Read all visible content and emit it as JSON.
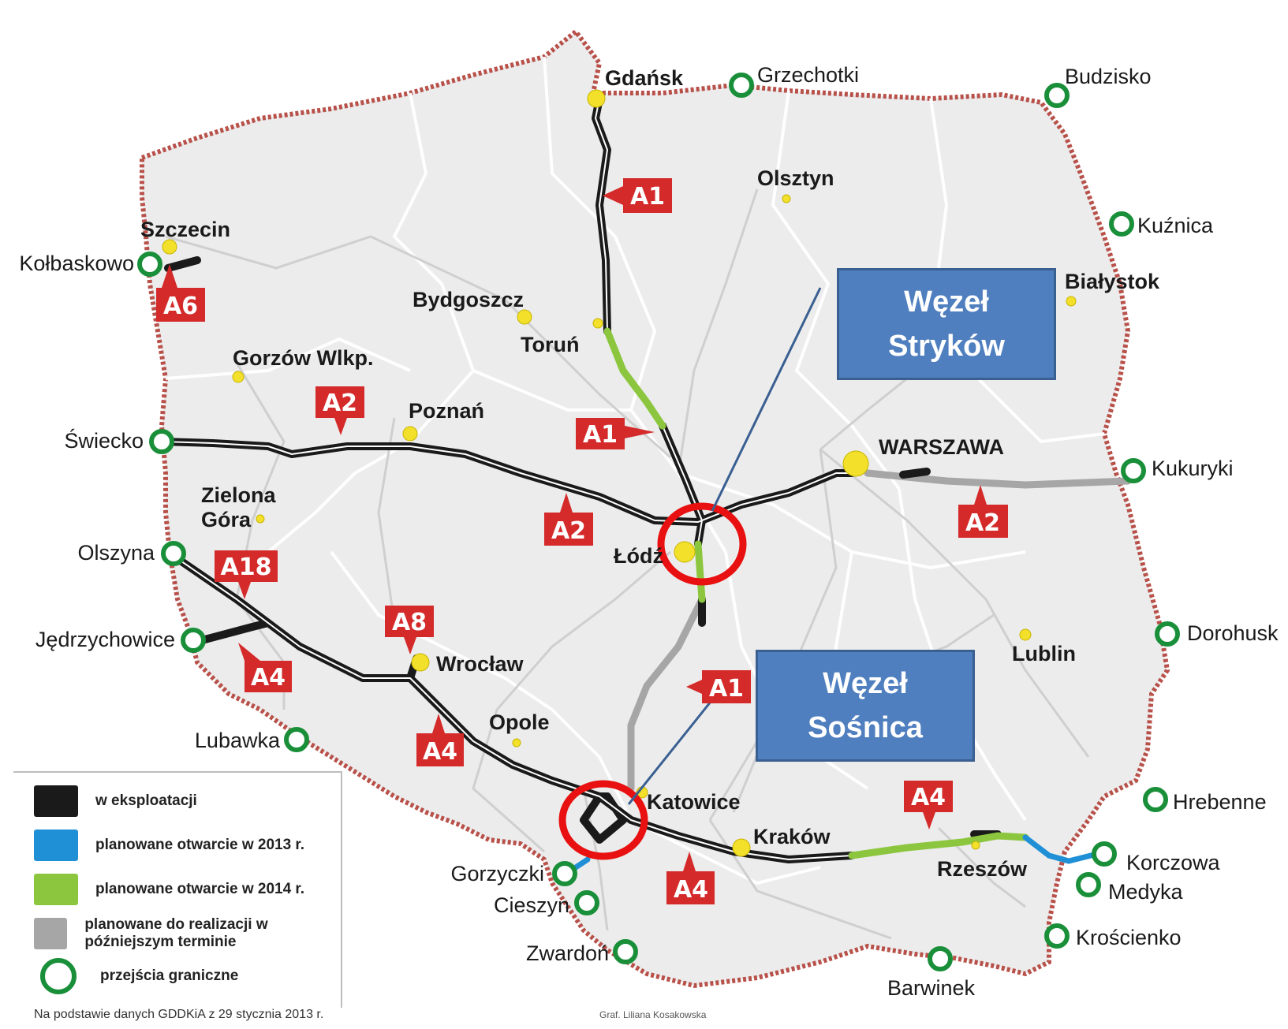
{
  "cities": {
    "gdansk": "Gdańsk",
    "olsztyn": "Olsztyn",
    "szczecin": "Szczecin",
    "bydgoszcz": "Bydgoszcz",
    "torun": "Toruń",
    "bialystok": "Białystok",
    "gorzow": "Gorzów Wlkp.",
    "poznan": "Poznań",
    "warszawa": "WARSZAWA",
    "zielona_1": "Zielona",
    "zielona_2": "Góra",
    "lodz": "Łódź",
    "wroclaw": "Wrocław",
    "lublin": "Lublin",
    "opole": "Opole",
    "katowice": "Katowice",
    "krakow": "Kraków",
    "rzeszow": "Rzeszów"
  },
  "border_crossings": {
    "grzechotki": "Grzechotki",
    "budzisko": "Budzisko",
    "kuznica": "Kuźnica",
    "kolbaskowo": "Kołbaskowo",
    "swiecko": "Świecko",
    "kukuryki": "Kukuryki",
    "olszyna": "Olszyna",
    "jedrzychowice": "Jędrzychowice",
    "dorohusk": "Dorohusk",
    "lubawka": "Lubawka",
    "hrebenne": "Hrebenne",
    "gorzyczki": "Gorzyczki",
    "korczowa": "Korczowa",
    "cieszyn": "Cieszyn",
    "medyka": "Medyka",
    "kroscienko": "Krościenko",
    "zwardon": "Zwardoń",
    "barwinek": "Barwinek"
  },
  "road_shields": {
    "a1_north": "A1",
    "a6": "A6",
    "a2_west": "A2",
    "a1_mid": "A1",
    "a2_center": "A2",
    "a2_east": "A2",
    "a18": "A18",
    "a8": "A8",
    "a4_west": "A4",
    "a1_south": "A1",
    "a4_mid": "A4",
    "a4_east": "A4",
    "a4_south": "A4"
  },
  "callouts": {
    "strykow_line1": "Węzeł",
    "strykow_line2": "Stryków",
    "sosnica_line1": "Węzeł",
    "sosnica_line2": "Sośnica"
  },
  "legend": {
    "in_operation": "w eksploatacji",
    "planned_2013": "planowane otwarcie w 2013 r.",
    "planned_2014": "planowane otwarcie w 2014 r.",
    "planned_later": "planowane do realizacji w późniejszym terminie",
    "border_crossings": "przejścia graniczne"
  },
  "source_note": "Na podstawie danych GDDKiA z 29 stycznia 2013 r.",
  "credit": "Graf. Liliana Kosakowska",
  "colors": {
    "in_operation": "#1a1a1a",
    "planned_2013": "#1f8fd6",
    "planned_2014": "#8cc63f",
    "planned_later": "#a6a6a6",
    "border_crossing": "#1a8f3a",
    "shield": "#d42a2a",
    "city_marker": "#f2e02a",
    "border_line": "#b8514a",
    "highlight_ring": "#e81010",
    "callout": "#4f7fbf"
  }
}
